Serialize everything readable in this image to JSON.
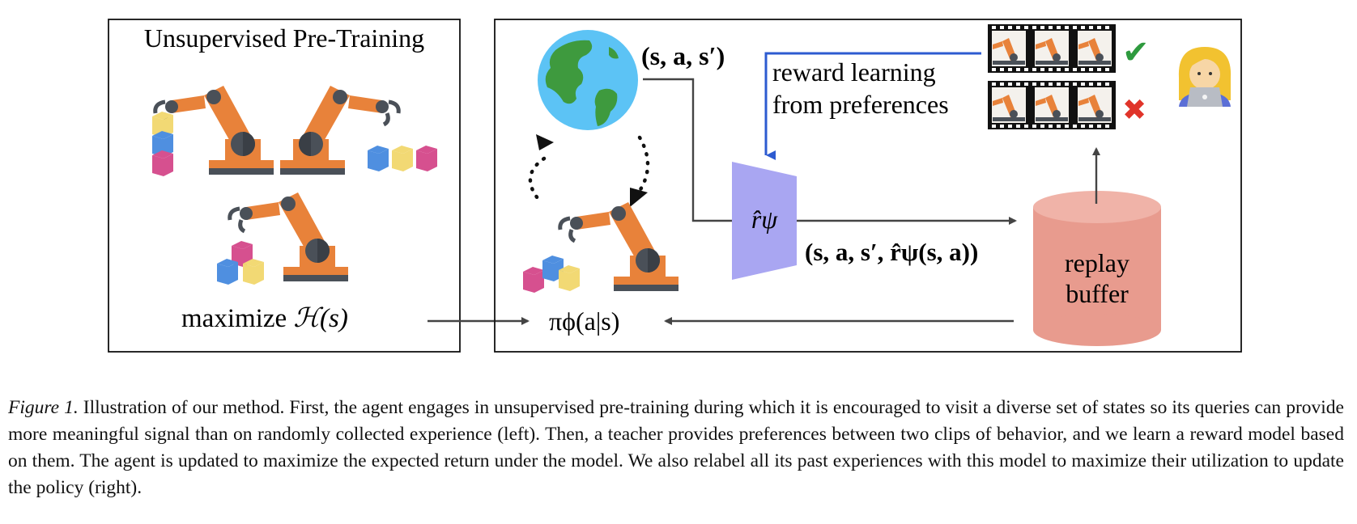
{
  "left_panel": {
    "title": "Unsupervised Pre-Training",
    "objective_prefix": "maximize ",
    "objective_math": "ℋ(s)"
  },
  "right_panel": {
    "transition_label": "(s, a, s′)",
    "reward_learning_line1": "reward learning",
    "reward_learning_line2": "from preferences",
    "reward_model_label": "r̂ψ",
    "relabeled_transition": "(s, a, s′, r̂ψ(s, a))",
    "policy_label": "πϕ(a|s)",
    "buffer_line1": "replay",
    "buffer_line2": "buffer",
    "preferred_mark": "✔",
    "rejected_mark": "✖"
  },
  "colors": {
    "robot_orange": "#e8823a",
    "robot_dark": "#4a5058",
    "block_yellow": "#f2d974",
    "block_blue": "#4f8fe0",
    "block_pink": "#d6508f",
    "reward_model": "#a9a6f2",
    "buffer": "#e89b8e",
    "feedback_arrow": "#2d5bd0",
    "check": "#2e9a3e",
    "cross": "#e0342a"
  },
  "icons": [
    "globe-icon",
    "robot-arm-icon",
    "film-strip-icon",
    "teacher-icon",
    "check-icon",
    "cross-icon"
  ],
  "caption": {
    "label": "Figure 1.",
    "text": " Illustration of our method. First, the agent engages in unsupervised pre-training during which it is encouraged to visit a diverse set of states so its queries can provide more meaningful signal than on randomly collected experience (left). Then, a teacher provides preferences between two clips of behavior, and we learn a reward model based on them. The agent is updated to maximize the expected return under the model. We also relabel all its past experiences with this model to maximize their utilization to update the policy (right)."
  }
}
